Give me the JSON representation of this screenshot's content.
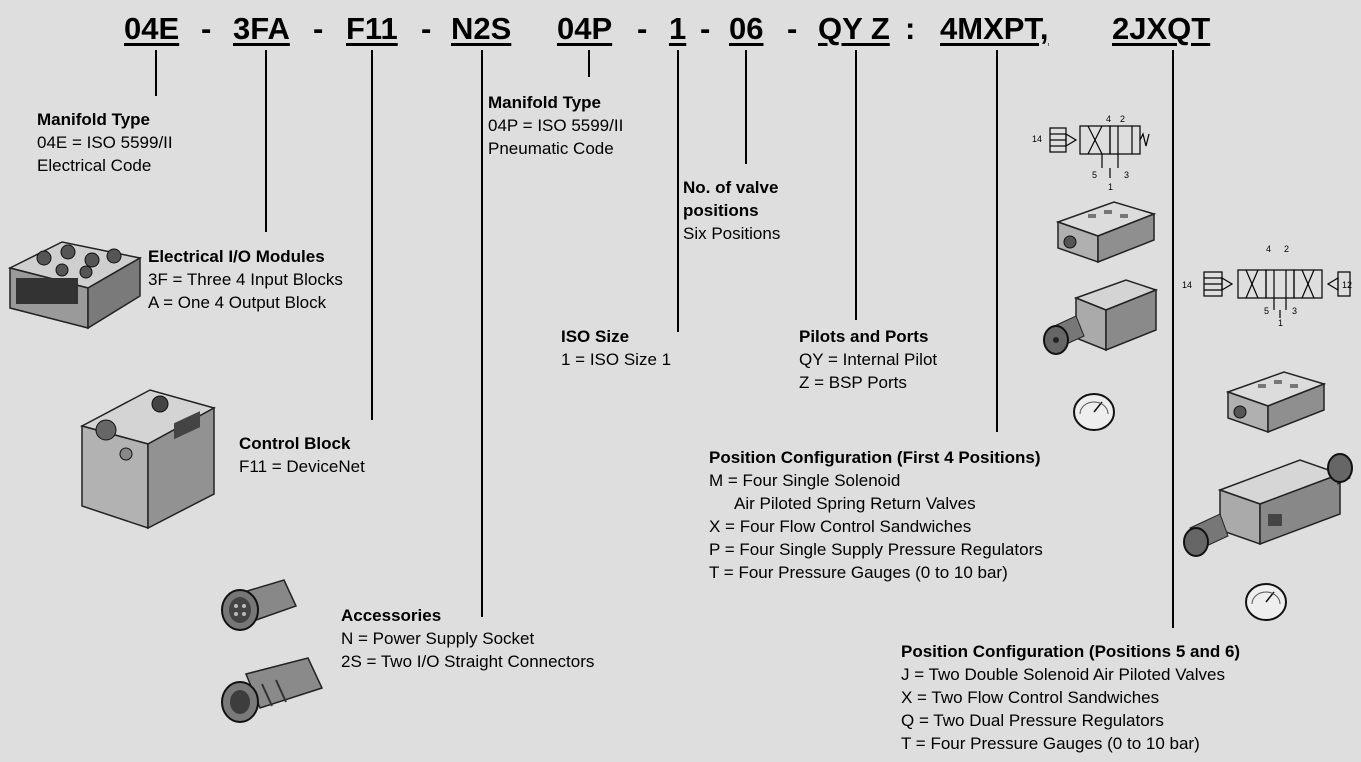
{
  "code": {
    "manifold_e": "04E",
    "io": "3FA",
    "control": "F11",
    "acc": "N2S",
    "manifold_p": "04P",
    "iso": "1",
    "positions": "06",
    "pilot": "QY Z",
    "config1": "4MXPT,",
    "config2": "2JXQT",
    "sep_dash": "-",
    "sep_colon": ":"
  },
  "blocks": {
    "manifold_e": {
      "title": "Manifold Type",
      "lines": [
        "04E = ISO 5599/II",
        "Electrical Code"
      ]
    },
    "io": {
      "title": "Electrical I/O Modules",
      "lines": [
        "3F = Three 4 Input Blocks",
        "A = One 4 Output Block"
      ]
    },
    "control": {
      "title": "Control Block",
      "lines": [
        "F11 = DeviceNet"
      ]
    },
    "acc": {
      "title": "Accessories",
      "lines": [
        "N = Power Supply Socket",
        "2S = Two I/O Straight Connectors"
      ]
    },
    "manifold_p": {
      "title": "Manifold Type",
      "lines": [
        "04P = ISO 5599/II",
        "Pneumatic Code"
      ]
    },
    "positions": {
      "title_line1": "No. of valve",
      "title_line2": "positions",
      "lines": [
        "Six Positions"
      ]
    },
    "iso": {
      "title": "ISO Size",
      "lines": [
        "1 = ISO Size 1"
      ]
    },
    "pilot": {
      "title": "Pilots and Ports",
      "lines": [
        "QY = Internal Pilot",
        "Z = BSP Ports"
      ]
    },
    "config1": {
      "title": "Position Configuration (First 4 Positions)",
      "lines": [
        "M = Four Single Solenoid",
        "Air Piloted Spring Return Valves",
        "X = Four Flow Control Sandwiches",
        "P = Four Single Supply Pressure Regulators",
        "T = Four Pressure Gauges (0 to 10 bar)"
      ]
    },
    "config2": {
      "title": "Position Configuration (Positions 5 and 6)",
      "lines": [
        "J = Two Double Solenoid Air Piloted Valves",
        "X = Two Flow Control Sandwiches",
        "Q = Two Dual Pressure Regulators",
        "T = Four Pressure Gauges (0 to 10 bar)"
      ]
    }
  },
  "symbols": {
    "single": {
      "p14": "14",
      "p4": "4",
      "p2": "2",
      "p5": "5",
      "p3": "3",
      "p1": "1"
    },
    "double": {
      "p14": "14",
      "p12": "12",
      "p4": "4",
      "p2": "2",
      "p5": "5",
      "p3": "3",
      "p1": "1"
    }
  },
  "images": [
    "io-module-image",
    "control-block-image",
    "power-connector-image",
    "io-connector-image",
    "flow-control-sandwich-image",
    "pressure-regulator-image",
    "pressure-gauge-image",
    "double-solenoid-valve-image"
  ]
}
